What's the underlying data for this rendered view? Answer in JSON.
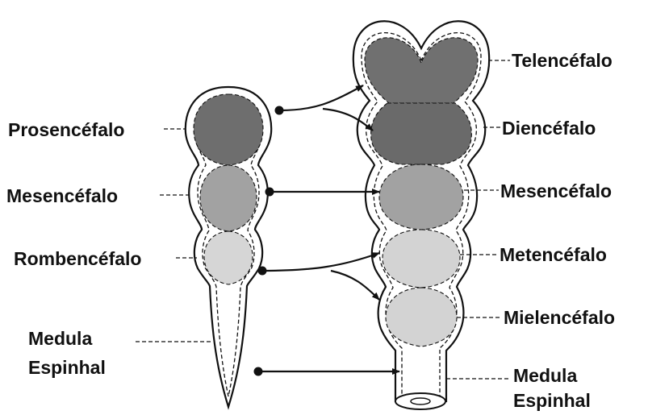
{
  "colors": {
    "prosencephalon": "#6e6e6e",
    "mesencephalon": "#a2a2a2",
    "rhombencephalon": "#d6d6d6",
    "telencephalon": "#707070",
    "diencephalon": "#6a6a6a",
    "mesencephalon_right": "#a2a2a2",
    "metencephalon": "#d3d3d3",
    "myelencephalon": "#d3d3d3",
    "outline": "#111111"
  },
  "left_labels": {
    "prosencefalo": "Prosencéfalo",
    "mesencefalo": "Mesencéfalo",
    "rombencefalo": "Rombencéfalo",
    "medula_line1": "Medula",
    "medula_line2": "Espinhal"
  },
  "right_labels": {
    "telencefalo": "Telencéfalo",
    "diencefalo": "Diencéfalo",
    "mesencefalo": "Mesencéfalo",
    "metencefalo": "Metencéfalo",
    "mielencefalo": "Mielencéfalo",
    "medula_line1": "Medula",
    "medula_line2": "Espinhal"
  }
}
